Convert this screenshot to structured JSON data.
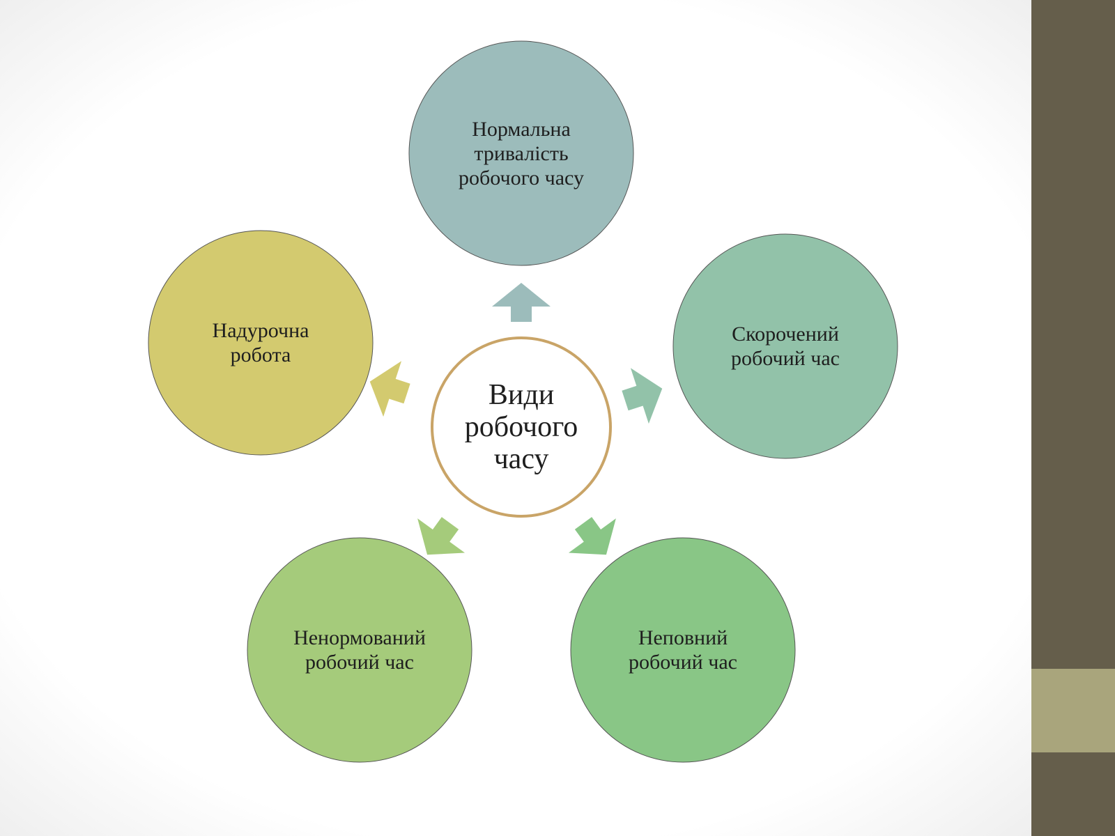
{
  "center": {
    "label": "Види\nробочого\nчасу",
    "border_color": "#c9a467"
  },
  "nodes": [
    {
      "id": "top",
      "label": "Нормальна\nтривалість\nробочого часу",
      "color": "#9cbcbb"
    },
    {
      "id": "right",
      "label": "Скорочений\nробочий час",
      "color": "#92c2a9"
    },
    {
      "id": "bottom-right",
      "label": "Неповний\nробочий час",
      "color": "#89c686"
    },
    {
      "id": "bottom-left",
      "label": "Ненормований\nробочий час",
      "color": "#a5cb7b"
    },
    {
      "id": "left",
      "label": "Надурочна\nробота",
      "color": "#d3ca6f"
    }
  ],
  "colors": {
    "sidebar_dark": "#655e4b",
    "sidebar_light": "#a9a57c",
    "text": "#1e1e1e",
    "circle_outline": "#555555"
  }
}
